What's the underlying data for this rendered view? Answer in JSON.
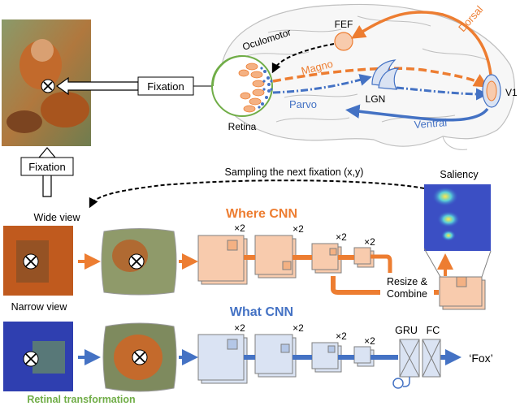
{
  "labels": {
    "fixation_top": "Fixation",
    "fixation_left": "Fixation",
    "oculomotor": "Oculomotor",
    "fef": "FEF",
    "dorsal": "Dorsal",
    "magno": "Magno",
    "parvo": "Parvo",
    "lgn": "LGN",
    "v1": "V1",
    "ventral": "Ventral",
    "retina": "Retina",
    "sampling": "Sampling the next fixation (x,y)",
    "saliency": "Saliency",
    "wide_view": "Wide view",
    "where_cnn": "Where CNN",
    "narrow_view": "Narrow view",
    "what_cnn": "What CNN",
    "resize_line1": "Resize &",
    "resize_line2": "Combine",
    "gru": "GRU",
    "fc": "FC",
    "fox": "‘Fox’",
    "retinal_transformation": "Retinal transformation",
    "x2": "×2"
  },
  "colors": {
    "orange": "#ed7d31",
    "orange_light": "#f8cbad",
    "blue": "#4472c4",
    "blue_light": "#dae3f3",
    "green": "#70ad47",
    "brain_fill": "#f7f7f7",
    "brain_line": "#bfbfbf"
  },
  "icons": [
    "x-mark-icon",
    "arrow-right-icon",
    "arrow-up-icon",
    "brain-icon",
    "eye-icon"
  ]
}
